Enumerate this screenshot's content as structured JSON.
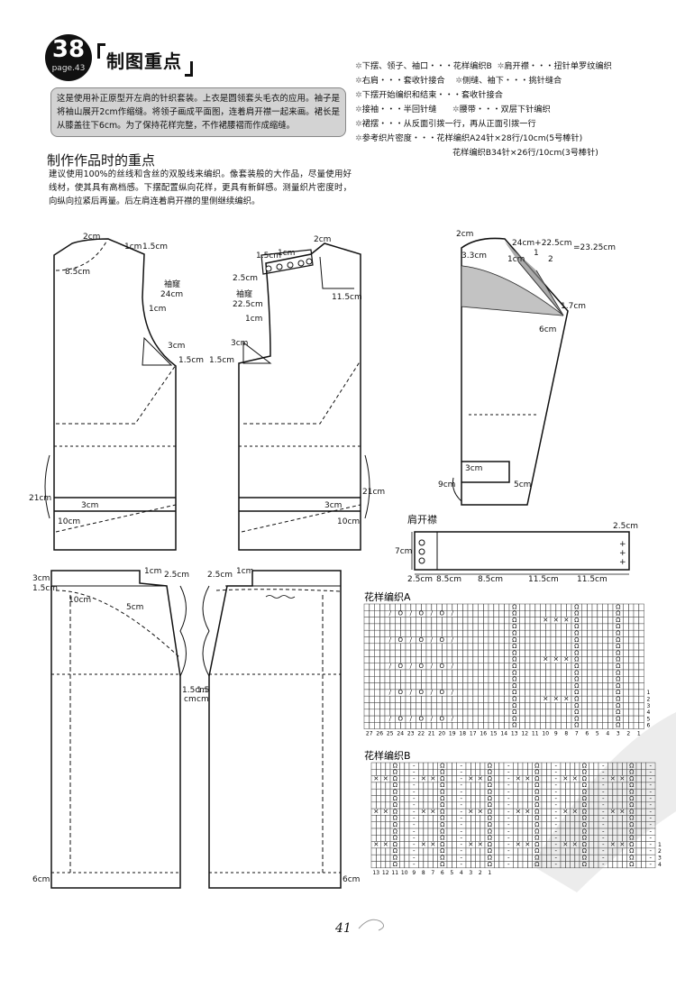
{
  "header": {
    "number": "38",
    "page_ref": "page.43",
    "title": "制图重点"
  },
  "intro": "这是使用补正原型开左肩的针织套装。上衣是圆领套头毛衣的应用。袖子是将袖山展开2cm作缩缝。将领子画成平面图，连着肩开襟一起来画。裙长是从膝盖往下6cm。为了保持花样完整，不作裙腰褶而作成缩缝。",
  "section_title": "制作作品时的重点",
  "section_body": "建议使用100%的丝线和含丝的双股线来编织。像套装般的大作品，尽量使用好线材，使其具有高档感。下摆配置纵向花样，更具有新鲜感。测量织片密度时，向纵向拉紧后再量。后左肩连着肩开襟的里侧继续编织。",
  "notes": [
    {
      "a": "下摆、领子、袖口・・・花样编织B",
      "b": "肩开襟・・・扭针单罗纹编织"
    },
    {
      "a": "右肩・・・套收针接合",
      "b": "侧缝、袖下・・・挑针缝合"
    },
    {
      "a": "下摆开始编织和结束・・・套收针接合",
      "b": ""
    },
    {
      "a": "接袖・・・半回针缝",
      "b": "腰带・・・双层下针编织"
    },
    {
      "a": "裙摆・・・从反面引拨一行，再从正面引拨一行",
      "b": ""
    },
    {
      "a": "参考织片密度・・・花样编织A24针×28行/10cm(5号棒针)",
      "b": ""
    },
    {
      "a": "花样编织B34针×26行/10cm(3号棒针)",
      "b": "",
      "indent": true
    }
  ],
  "diagram": {
    "front_labels": {
      "neck": "2cm",
      "shoulder1": "1cm",
      "shoulder2": "1.5cm",
      "neckdrop": "8.5cm",
      "armhole_label": "袖窿",
      "armhole": "24cm",
      "a1": "1cm",
      "a2": "3cm",
      "a3": "1.5cm",
      "side": "21cm",
      "hem1": "3cm",
      "hem2": "10cm"
    },
    "back_labels": {
      "t1": "1.5cm",
      "t2": "1cm",
      "neck": "2cm",
      "p1": "2.5cm",
      "p2": "11.5cm",
      "armhole_label": "袖窿",
      "armhole": "22.5cm",
      "a1": "1cm",
      "a2": "3cm",
      "a3": "1.5cm",
      "side": "21cm",
      "hem1": "3cm",
      "hem2": "10cm"
    },
    "sleeve_labels": {
      "top": "2cm",
      "formula": "24cm+22.5cm",
      "result": "=23.25cm",
      "c1": "3.3cm",
      "c2": "1cm",
      "n1": "1",
      "n2": "2",
      "c3": "1.7cm",
      "c4": "6cm",
      "cuff1": "3cm",
      "cuff2": "9cm",
      "cuff3": "5cm"
    },
    "placket": {
      "title": "肩开襟",
      "h": "7cm",
      "w1": "2.5cm",
      "w2": "8.5cm",
      "w3": "8.5cm",
      "w4": "11.5cm",
      "w5": "11.5cm",
      "w6": "2.5cm"
    },
    "skirt_labels": {
      "l1": "3cm",
      "l2": "1.5cm",
      "l3": "1cm",
      "l4": "2.5cm",
      "l5": "10cm",
      "l6": "5cm",
      "l7": "1.5cm",
      "l8": "cm",
      "r1": "2.5cm",
      "r2": "1cm",
      "r3": "1.5",
      "r4": "cm",
      "b1": "6cm",
      "b2": "6cm"
    }
  },
  "chart_a": {
    "title": "花样编织A",
    "cols": [
      "27",
      "26",
      "25",
      "24",
      "23",
      "22",
      "21",
      "20",
      "19",
      "18",
      "17",
      "16",
      "15",
      "14",
      "13",
      "12",
      "11",
      "10",
      "9",
      "8",
      "7",
      "6",
      "5",
      "4",
      "3",
      "2",
      "1"
    ],
    "rows": [
      "6",
      "5",
      "4",
      "3",
      "2",
      "1"
    ]
  },
  "chart_b": {
    "title": "花样编织B",
    "cols": [
      "13",
      "12",
      "11",
      "10",
      "9",
      "8",
      "7",
      "6",
      "5",
      "4",
      "3",
      "2",
      "1"
    ],
    "rows": [
      "4",
      "3",
      "2",
      "1"
    ]
  },
  "page_number": "41"
}
